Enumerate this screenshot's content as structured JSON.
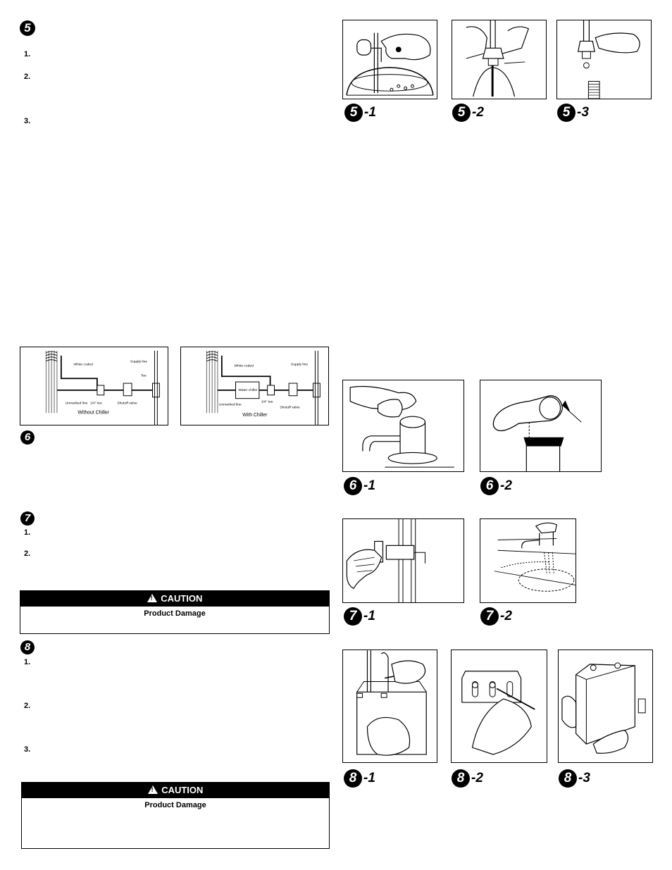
{
  "steps": {
    "s5": {
      "badge": "5",
      "items": [
        "1.",
        "2.",
        "3."
      ]
    },
    "s6": {
      "badge": "6"
    },
    "s7": {
      "badge": "7",
      "items": [
        "1.",
        "2."
      ]
    },
    "s8": {
      "badge": "8",
      "items": [
        "1.",
        "2.",
        "3."
      ]
    }
  },
  "diagrams": {
    "without": {
      "title": "Without Chiller",
      "labels": {
        "white": "White coded",
        "supply": "Supply line",
        "tee": "Tee",
        "unmarked": "Unmarked line",
        "quarter_tee": "1/4\" tee",
        "shutoff": "Shutoff valve"
      }
    },
    "with": {
      "title": "With Chiller",
      "labels": {
        "white": "White coded",
        "supply": "Supply line",
        "water_chiller": "Water chiller",
        "unmarked": "Unmarked line",
        "quarter_tee": "1/4\" tee",
        "shutoff": "Shutoff valve"
      }
    }
  },
  "figures": {
    "f51": {
      "num": "5",
      "suffix": "-1"
    },
    "f52": {
      "num": "5",
      "suffix": "-2"
    },
    "f53": {
      "num": "5",
      "suffix": "-3"
    },
    "f61": {
      "num": "6",
      "suffix": "-1"
    },
    "f62": {
      "num": "6",
      "suffix": "-2"
    },
    "f71": {
      "num": "7",
      "suffix": "-1"
    },
    "f72": {
      "num": "7",
      "suffix": "-2"
    },
    "f81": {
      "num": "8",
      "suffix": "-1"
    },
    "f82": {
      "num": "8",
      "suffix": "-2"
    },
    "f83": {
      "num": "8",
      "suffix": "-3"
    }
  },
  "cautions": {
    "c1": {
      "title": "CAUTION",
      "subtitle": "Product Damage"
    },
    "c2": {
      "title": "CAUTION",
      "subtitle": "Product Damage"
    }
  }
}
